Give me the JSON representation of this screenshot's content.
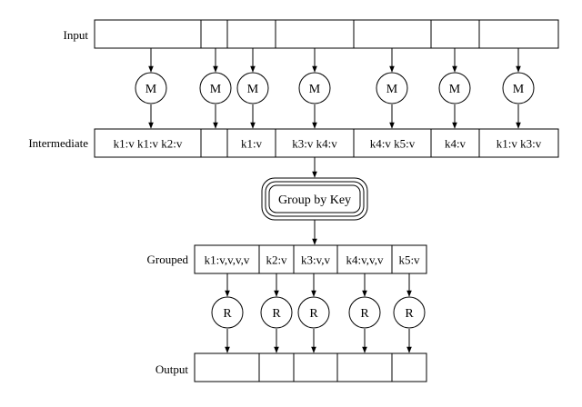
{
  "labels": {
    "input": "Input",
    "intermediate": "Intermediate",
    "grouped": "Grouped",
    "output": "Output"
  },
  "map_label": "M",
  "reduce_label": "R",
  "group_label": "Group by Key",
  "input_cells": [
    "",
    "",
    "",
    "",
    "",
    "",
    ""
  ],
  "intermediate_cells": [
    "k1:v k1:v k2:v",
    "",
    "k1:v",
    "k3:v k4:v",
    "k4:v k5:v",
    "k4:v",
    "k1:v k3:v"
  ],
  "grouped_cells": [
    "k1:v,v,v,v",
    "k2:v",
    "k3:v,v",
    "k4:v,v,v",
    "k5:v"
  ],
  "output_cells": [
    "",
    "",
    "",
    "",
    ""
  ]
}
